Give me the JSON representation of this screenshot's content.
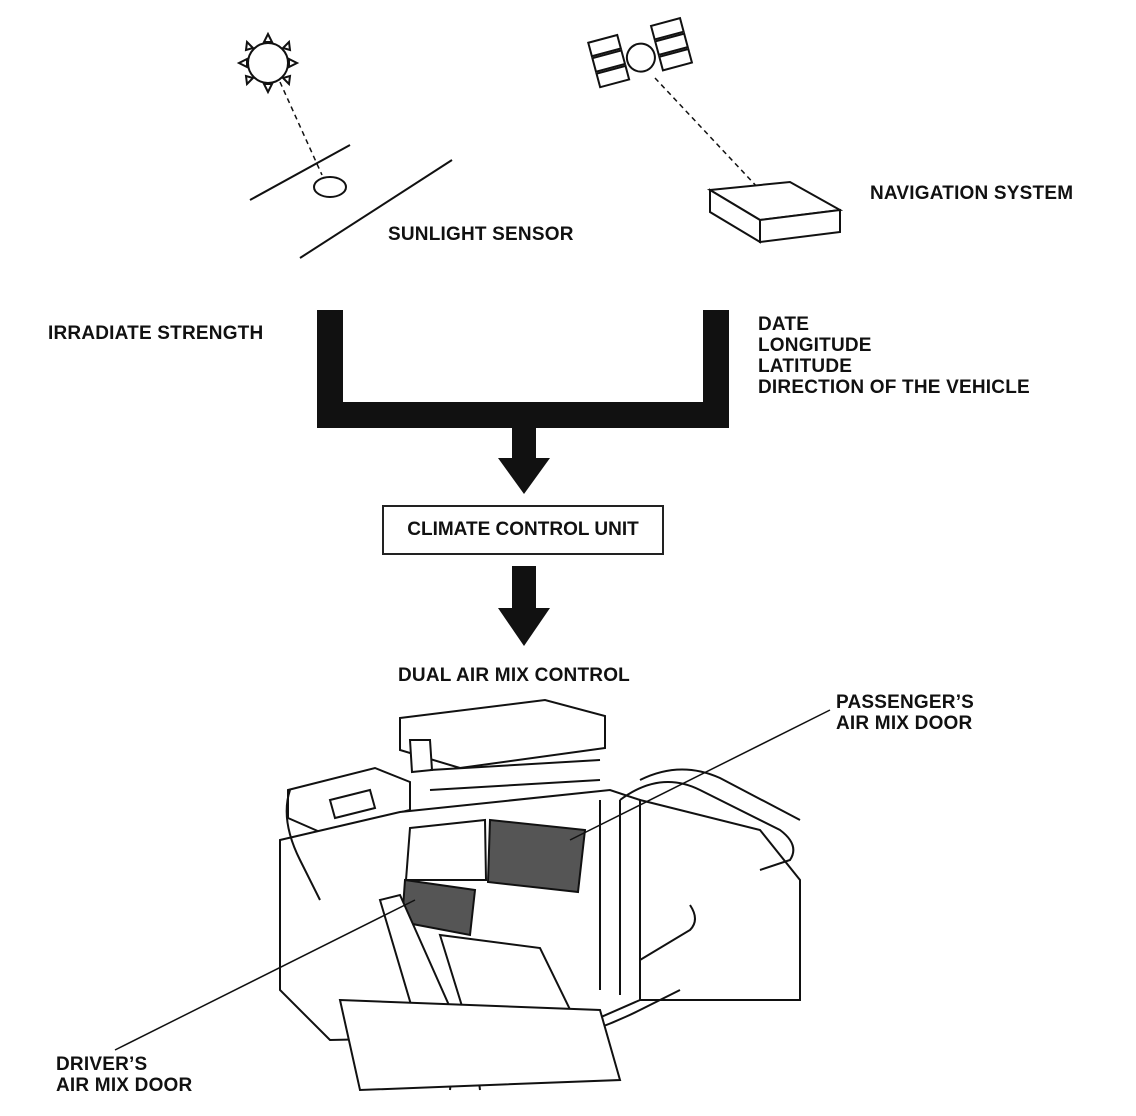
{
  "labels": {
    "sunlight_sensor": "SUNLIGHT SENSOR",
    "navigation_system": "NAVIGATION SYSTEM",
    "irradiate_strength": "IRRADIATE STRENGTH",
    "nav_data": [
      "DATE",
      "LONGITUDE",
      "LATITUDE",
      "DIRECTION OF THE VEHICLE"
    ],
    "climate_control_unit": "CLIMATE CONTROL UNIT",
    "dual_air_mix_control": "DUAL AIR MIX CONTROL",
    "passengers_door": [
      "PASSENGER’S",
      "AIR MIX DOOR"
    ],
    "drivers_door": [
      "DRIVER’S",
      "AIR MIX DOOR"
    ]
  },
  "colors": {
    "ink": "#111111",
    "background": "#ffffff"
  }
}
